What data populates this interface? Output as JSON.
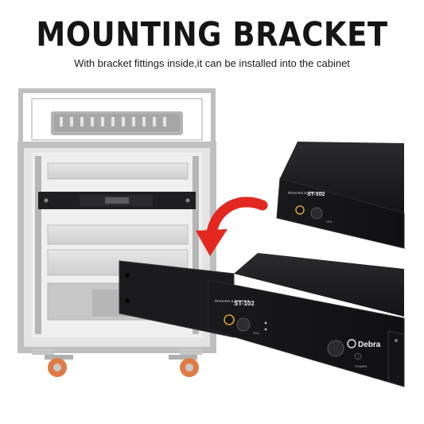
{
  "header": {
    "title": "MOUNTING BRACKET",
    "subtitle": "With bracket fittings inside,it can be installed into the cabinet"
  },
  "device_top": {
    "brand_small": "ROHANS & BRANDS",
    "model": "ST-102",
    "vol_label": "VOL"
  },
  "device_bottom": {
    "brand_small": "ROHANS & BRANDS",
    "model": "ST-102",
    "vol_label": "VOL",
    "logo_text": "Debra",
    "power_label": "POWER"
  },
  "colors": {
    "arrow": "#e2281f",
    "device": "#1c1c1e",
    "rack": "#9b9b9b"
  },
  "icons": [
    "curved-arrow-icon",
    "caster-wheel-icon",
    "debra-logo-icon",
    "power-knob-icon"
  ]
}
